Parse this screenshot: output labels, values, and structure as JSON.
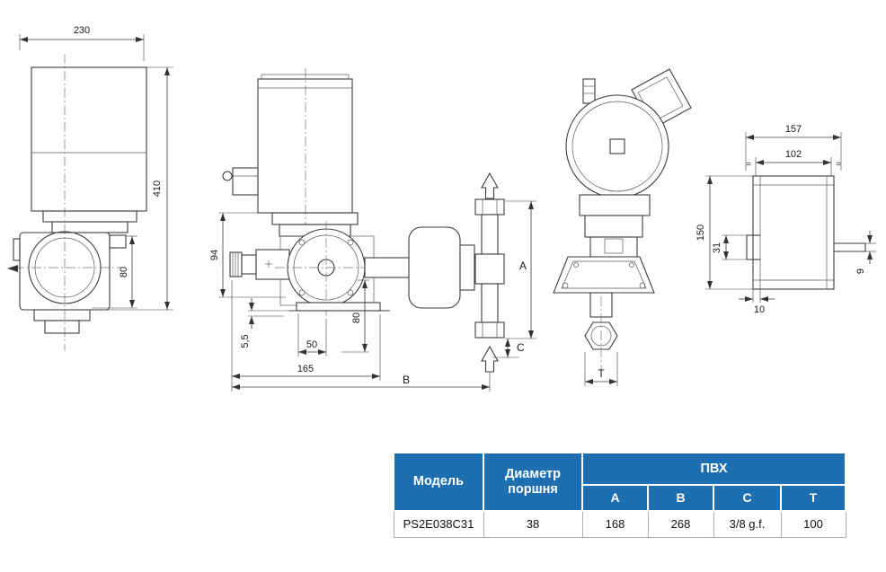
{
  "drawing": {
    "side_view": {
      "overall_width": "230",
      "overall_height": "410",
      "head_height": "80"
    },
    "profile_view": {
      "flange_to_base": "94",
      "foot_offset": "5,5",
      "foot_to_center": "50",
      "center_to_base": "80",
      "overall_depth": "165",
      "dim_b": "B",
      "dim_a": "A",
      "dim_c": "C"
    },
    "front_view": {
      "dim_t": "T"
    },
    "plate_view": {
      "outer_width": "157",
      "hole_spacing": "102",
      "height": "150",
      "slot_height": "31",
      "thickness": "10",
      "tab_thickness": "9",
      "eq_mark": "="
    }
  },
  "table": {
    "header_model": "Модель",
    "header_piston": "Диаметр поршня",
    "header_pvc": "ПВХ",
    "cols": [
      "A",
      "B",
      "C",
      "T"
    ],
    "row": {
      "model": "PS2E038C31",
      "piston": "38",
      "a": "168",
      "b": "268",
      "c": "3/8 g.f.",
      "t": "100"
    }
  },
  "colors": {
    "header_blue": "#1e6fb2"
  }
}
